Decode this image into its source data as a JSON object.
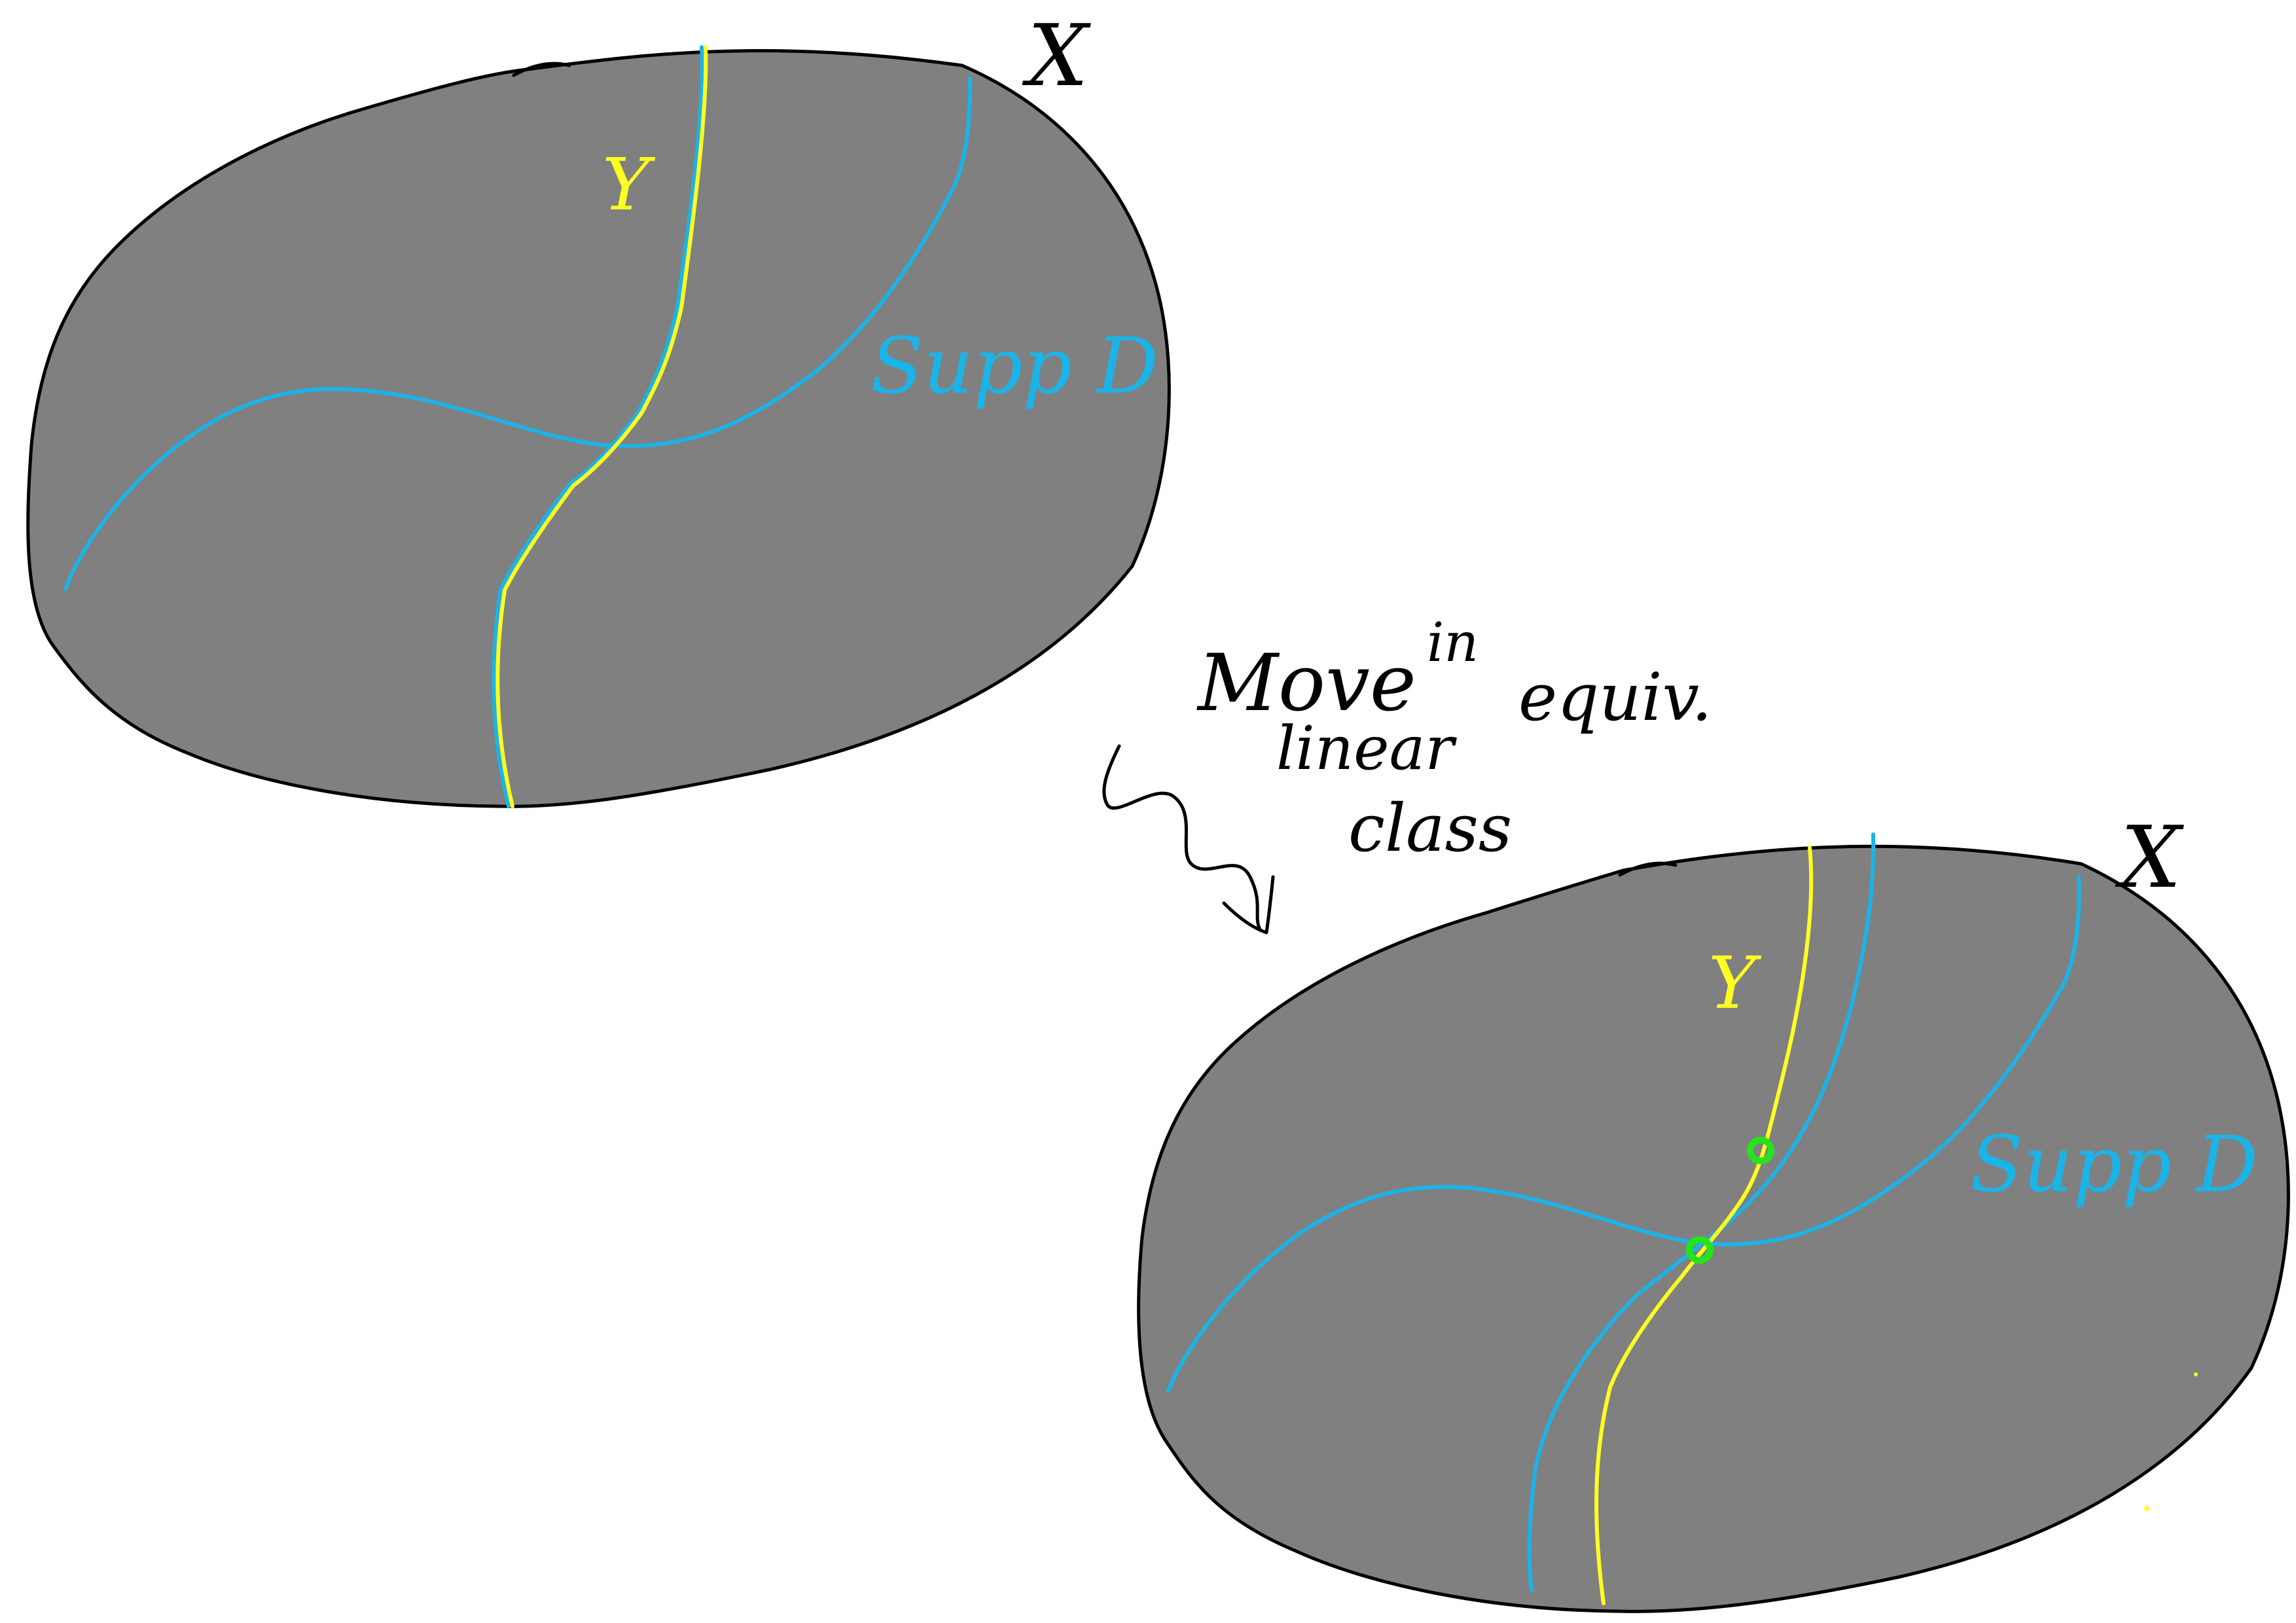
{
  "colors": {
    "surface": "#808080",
    "outline": "#000000",
    "divisor": "#1ab4e8",
    "subvariety": "#ffff22",
    "intersection": "#22e61a",
    "annotation": "#000000"
  },
  "top_figure": {
    "space_label": "X",
    "subvariety_label": "Y",
    "divisor_label": "Supp D"
  },
  "bottom_figure": {
    "space_label": "X",
    "subvariety_label": "Y",
    "divisor_label": "Supp D",
    "intersection_point_count": 2
  },
  "annotation": {
    "line1_word1": "Move",
    "line1_word2": "in",
    "line2_word1": "linear",
    "line2_word2": "equiv.",
    "line3": "class",
    "arrow_icon": "squiggly-arrow-down-icon"
  }
}
